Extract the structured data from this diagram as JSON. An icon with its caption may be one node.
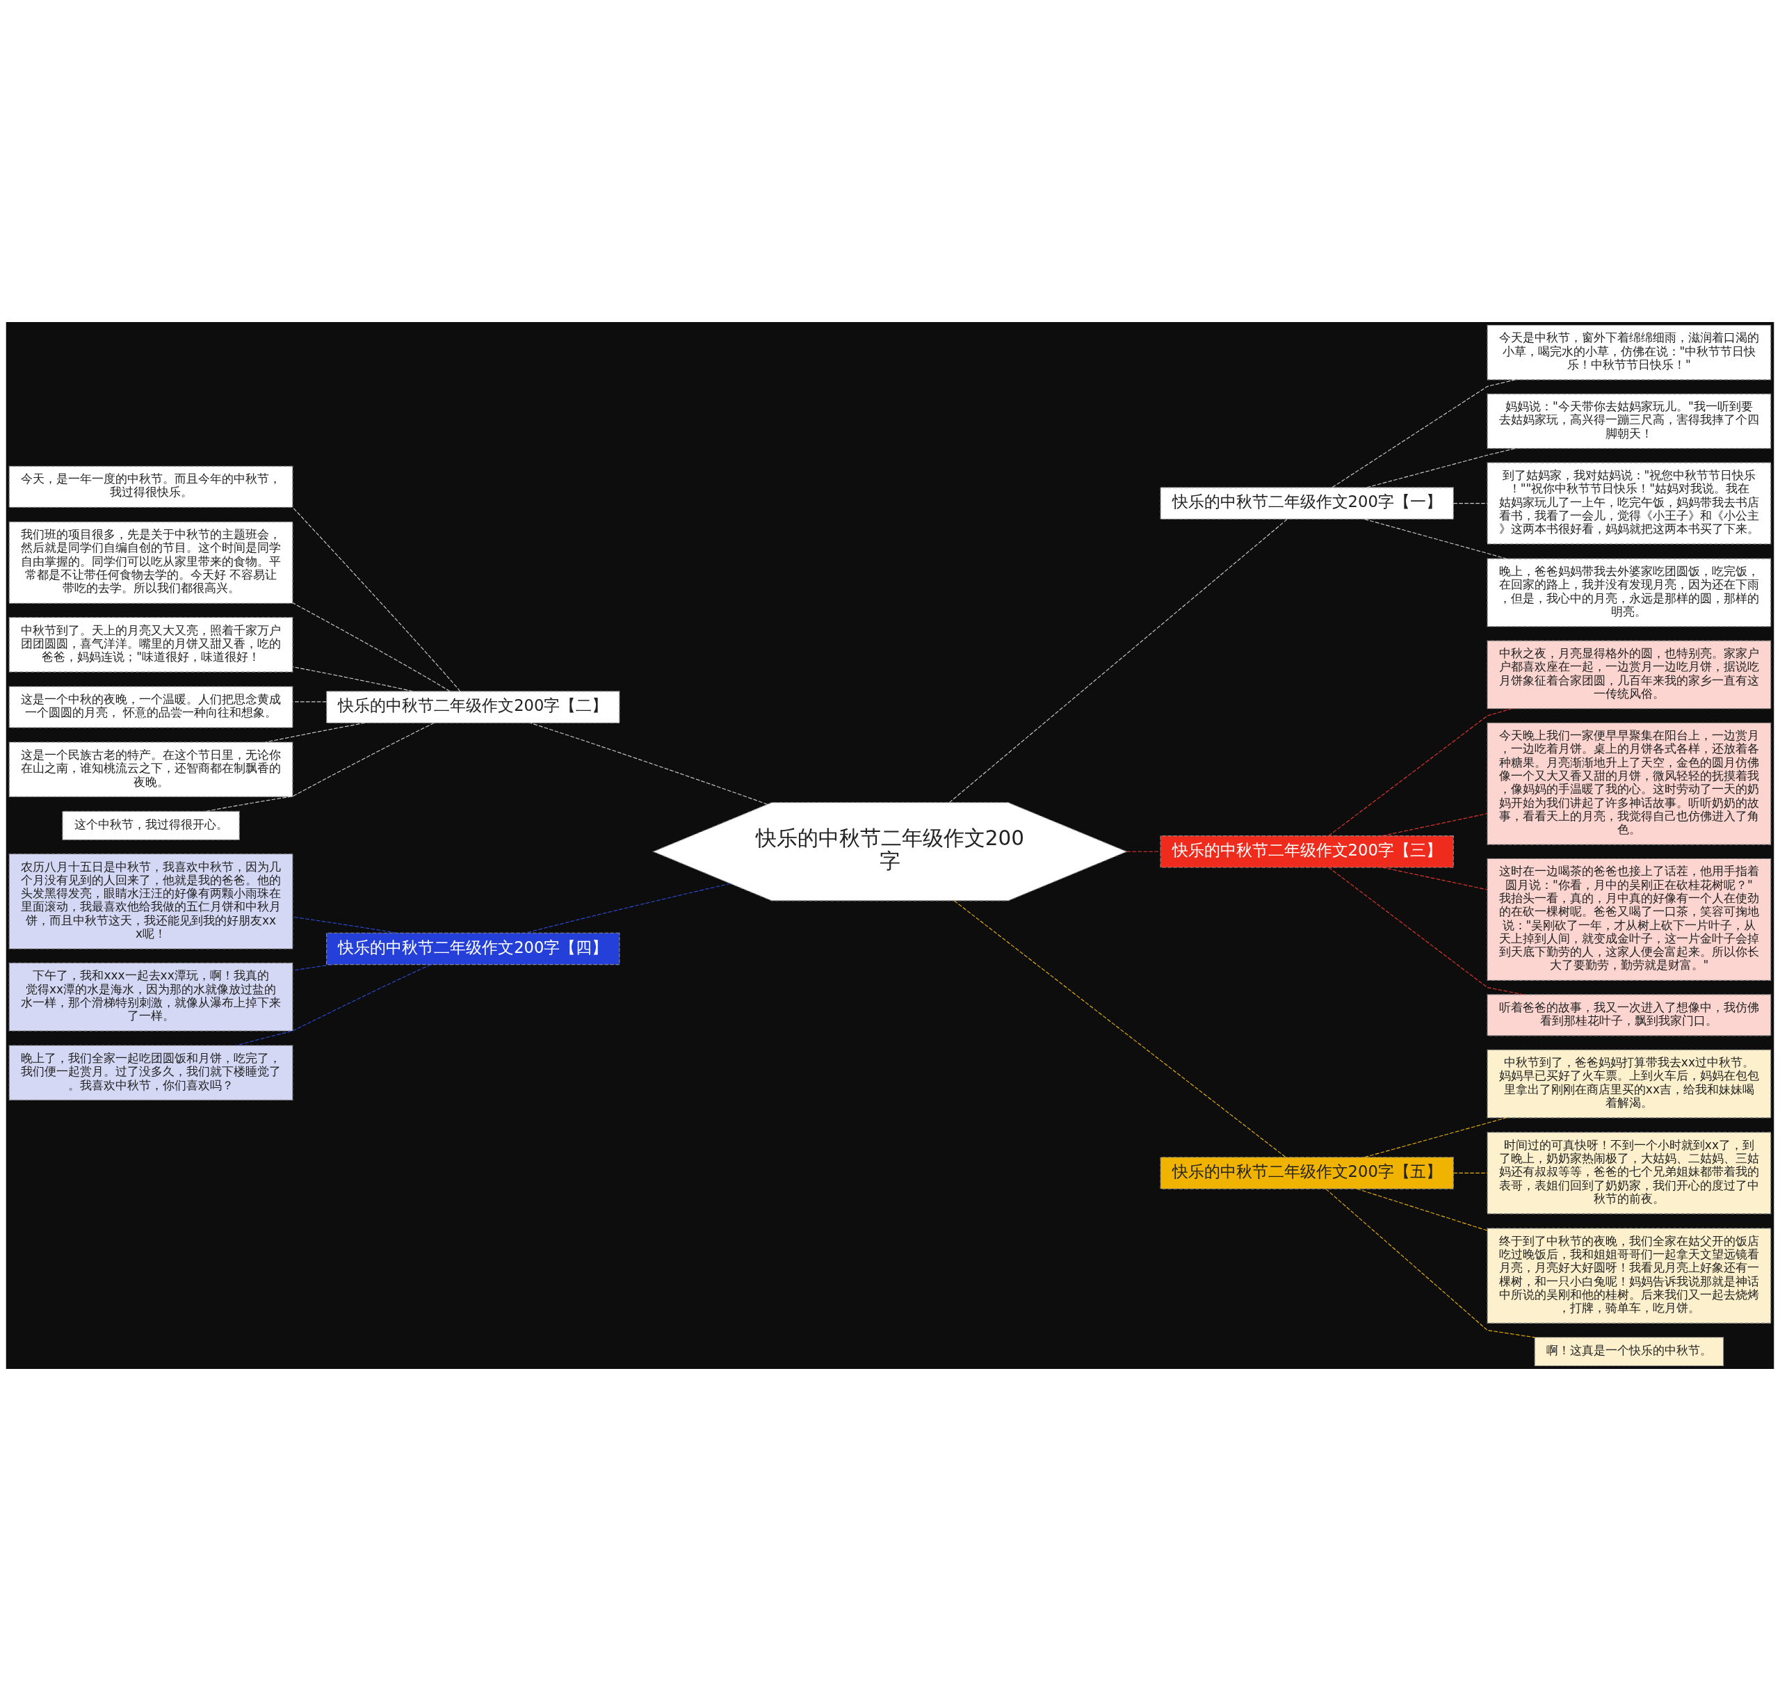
{
  "diagram": {
    "nodes": [
      {
        "text": [
          "快乐的中秋节二年级作文200字"
        ]
      },
      {
        "text": [
          "快乐的中秋节二年级作文200字【一】"
        ]
      },
      {
        "text": [
          "今天是中秋节，窗外下着绵绵细雨，滋润着口渴的小草，喝完水的小草，仿佛在说：\"中秋节节日快乐！中秋节节日快乐！\""
        ]
      },
      {
        "text": [
          "妈妈说：\"今天带你去姑妈家玩儿。\"我一听到要去姑妈家玩，高兴得一蹦三尺高，害得我摔了个四脚朝天！"
        ]
      },
      {
        "text": [
          "到了姑妈家，我对姑妈说：\"祝您中秋节节日快乐！\"\"祝你中秋节节日快乐！\"姑妈对我说。我在姑妈家玩儿了一上午，吃完午饭，妈妈带我去书店看书，我看了一会儿，觉得《小王子》和《小公主》这两本书很好看，妈妈就把这两本书买了下来。"
        ]
      },
      {
        "text": [
          "晚上，爸爸妈妈带我去外婆家吃团圆饭，吃完饭，在回家的路上，我并没有发现月亮，因为还在下雨，但是，我心中的月亮，永远是那样的圆，那样的明亮。"
        ]
      },
      {
        "text": [
          "快乐的中秋节二年级作文200字【二】"
        ]
      },
      {
        "text": [
          "今天，是一年一度的中秋节。而且今年的中秋节，我过得很快乐。"
        ]
      },
      {
        "text": [
          "我们班的项目很多，先是关于中秋节的主题班会，然后就是同学们自编自创的节目。这个时间是同学自由掌握的。同学们可以吃从家里带来的食物。平常都是不让带任何食物去学的。今天好 不容易让带吃的去学。所以我们都很高兴。"
        ]
      },
      {
        "text": [
          "中秋节到了。天上的月亮又大又亮，照着千家万户团团圆圆，喜气洋洋。嘴里的月饼又甜又香，吃的爸爸，妈妈连说；\"味道很好，味道很好！"
        ]
      },
      {
        "text": [
          "这是一个中秋的夜晚，一个温暖。人们把思念黄成一个圆圆的月亮， 怀意的品尝一种向往和想象。"
        ]
      },
      {
        "text": [
          "这是一个民族古老的特产。在这个节日里，无论你在山之南，谁知桃流云之下，还智商都在制飘香的夜晚。"
        ]
      },
      {
        "text": [
          "这个中秋节，我过得很开心。"
        ]
      },
      {
        "text": [
          "快乐的中秋节二年级作文200字【三】"
        ]
      },
      {
        "text": [
          "中秋之夜，月亮显得格外的圆，也特别亮。家家户户都喜欢座在一起，一边赏月一边吃月饼，据说吃月饼象征着合家团圆，几百年来我的家乡一直有这一传统风俗。"
        ]
      },
      {
        "text": [
          "今天晚上我们一家便早早聚集在阳台上，一边赏月，一边吃着月饼。桌上的月饼各式各样，还放着各种糖果。月亮渐渐地升上了天空，金色的圆月仿佛像一个又大又香又甜的月饼，微风轻轻的抚摸着我，像妈妈的手温暖了我的心。这时劳动了一天的奶妈开始为我们讲起了许多神话故事。听听奶奶的故事，看看天上的月亮，我觉得自己也仿佛进入了角色。"
        ]
      },
      {
        "text": [
          "这时在一边喝茶的爸爸也接上了话茬，他用手指着圆月说：\"你看，月中的吴刚正在砍桂花树呢？\"我抬头一看，真的，月中真的好像有一个人在使劲的在砍一棵树呢。爸爸又喝了一口茶，笑容可掬地说：\"吴刚砍了一年，才从树上砍下一片叶子，从天上掉到人间，就变成金叶子，这一片金叶子会掉到天底下勤劳的人，这家人便会富起来。所以你长大了要勤劳，勤劳就是财富。\""
        ]
      },
      {
        "text": [
          "听着爸爸的故事，我又一次进入了想像中，我仿佛看到那桂花叶子，飘到我家门口。"
        ]
      },
      {
        "text": [
          "快乐的中秋节二年级作文200字【四】"
        ]
      },
      {
        "text": [
          "农历八月十五日是中秋节，我喜欢中秋节，因为几个月没有见到的人回来了，他就是我的爸爸。他的头发黑得发亮，眼睛水汪汪的好像有两颗小雨珠在里面滚动，我最喜欢他给我做的五仁月饼和中秋月饼，而且中秋节这天，我还能见到我的好朋友xxx呢！"
        ]
      },
      {
        "text": [
          "下午了，我和xxx一起去xx潭玩，啊！我真的觉得xx潭的水是海水，因为那的水就像放过盐的水一样，那个滑梯特别刺激，就像从瀑布上掉下来了一样。"
        ]
      },
      {
        "text": [
          "晚上了，我们全家一起吃团圆饭和月饼，吃完了，我们便一起赏月。过了没多久，我们就下楼睡觉了。我喜欢中秋节，你们喜欢吗？"
        ]
      },
      {
        "text": [
          "快乐的中秋节二年级作文200字【五】"
        ]
      },
      {
        "text": [
          "中秋节到了，爸爸妈妈打算带我去xx过中秋节。妈妈早已买好了火车票。上到火车后，妈妈在包包里拿出了刚刚在商店里买的xx吉，给我和妹妹喝着解渴。"
        ]
      },
      {
        "text": [
          "时间过的可真快呀！不到一个小时就到xx了，到了晚上，奶奶家热闹极了，大姑妈、二姑妈、三姑妈还有叔叔等等，爸爸的七个兄弟姐妹都带着我的表哥，表姐们回到了奶奶家，我们开心的度过了中秋节的前夜。"
        ]
      },
      {
        "text": [
          "终于到了中秋节的夜晚，我们全家在姑父开的饭店吃过晚饭后，我和姐姐哥哥们一起拿天文望远镜看月亮，月亮好大好圆呀！我看见月亮上好象还有一棵树，和一只小白兔呢！妈妈告诉我说那就是神话中所说的吴刚和他的桂树。后来我们又一起去烧烤，打牌，骑单车，吃月饼。"
        ]
      },
      {
        "text": [
          "啊！这真是一个快乐的中秋节。"
        ]
      }
    ],
    "edges": [
      {
        "from": 0,
        "to": 1,
        "arrow": "none",
        "style": "dashed"
      },
      {
        "from": 1,
        "to": 2,
        "arrow": "none",
        "style": "dashed"
      },
      {
        "from": 1,
        "to": 3,
        "arrow": "none",
        "style": "dashed"
      },
      {
        "from": 1,
        "to": 4,
        "arrow": "none",
        "style": "dashed"
      },
      {
        "from": 1,
        "to": 5,
        "arrow": "none",
        "style": "dashed"
      },
      {
        "from": 0,
        "to": 6,
        "arrow": "none",
        "style": "dashed"
      },
      {
        "from": 6,
        "to": 7,
        "arrow": "none",
        "style": "dashed"
      },
      {
        "from": 6,
        "to": 8,
        "arrow": "none",
        "style": "dashed"
      },
      {
        "from": 6,
        "to": 9,
        "arrow": "none",
        "style": "dashed"
      },
      {
        "from": 6,
        "to": 10,
        "arrow": "none",
        "style": "dashed"
      },
      {
        "from": 6,
        "to": 11,
        "arrow": "none",
        "style": "dashed"
      },
      {
        "from": 6,
        "to": 12,
        "arrow": "none",
        "style": "dashed"
      },
      {
        "from": 0,
        "to": 13,
        "arrow": "none",
        "style": "dashed",
        "color": "#e8382c"
      },
      {
        "from": 13,
        "to": 14,
        "arrow": "none",
        "style": "dashed",
        "color": "#e8382c"
      },
      {
        "from": 13,
        "to": 15,
        "arrow": "none",
        "style": "dashed",
        "color": "#e8382c"
      },
      {
        "from": 13,
        "to": 16,
        "arrow": "none",
        "style": "dashed",
        "color": "#e8382c"
      },
      {
        "from": 13,
        "to": 17,
        "arrow": "none",
        "style": "dashed",
        "color": "#e8382c"
      },
      {
        "from": 0,
        "to": 18,
        "arrow": "none",
        "style": "dashed",
        "color": "#2e4bd6"
      },
      {
        "from": 18,
        "to": 19,
        "arrow": "none",
        "style": "dashed",
        "color": "#2e4bd6"
      },
      {
        "from": 18,
        "to": 20,
        "arrow": "none",
        "style": "dashed",
        "color": "#2e4bd6"
      },
      {
        "from": 18,
        "to": 21,
        "arrow": "none",
        "style": "dashed",
        "color": "#2e4bd6"
      },
      {
        "from": 0,
        "to": 22,
        "arrow": "none",
        "style": "dashed",
        "color": "#e8b20c"
      },
      {
        "from": 22,
        "to": 23,
        "arrow": "none",
        "style": "dashed",
        "color": "#e8b20c"
      },
      {
        "from": 22,
        "to": 24,
        "arrow": "none",
        "style": "dashed",
        "color": "#e8b20c"
      },
      {
        "from": 22,
        "to": 25,
        "arrow": "none",
        "style": "dashed",
        "color": "#e8b20c"
      },
      {
        "from": 22,
        "to": 26,
        "arrow": "none",
        "style": "dashed",
        "color": "#e8b20c"
      }
    ]
  }
}
